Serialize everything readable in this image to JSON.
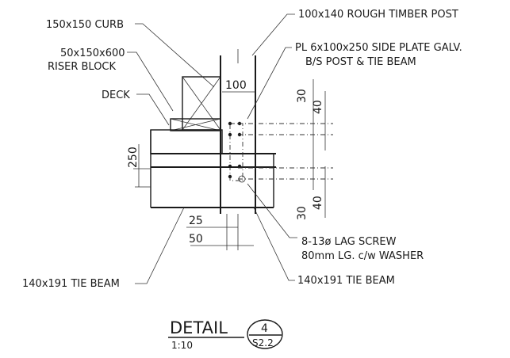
{
  "labels": {
    "curb": "150x150 CURB",
    "riser_1": "50x150x600",
    "riser_2": "RISER BLOCK",
    "deck": "DECK",
    "tie_beam_left": "140x191 TIE BEAM",
    "post": "100x140 ROUGH TIMBER POST",
    "plate_1": "PL 6x100x250 SIDE PLATE GALV.",
    "plate_2": "B/S POST & TIE BEAM",
    "lag_1": "8-13ø LAG SCREW",
    "lag_2": "80mm LG. c/w WASHER",
    "tie_beam_right": "140x191 TIE BEAM"
  },
  "dimensions": {
    "post_width": "100",
    "height": "250",
    "top_30": "30",
    "top_40": "40",
    "bot_30": "30",
    "bot_40": "40",
    "d25": "25",
    "d50": "50"
  },
  "title": {
    "detail": "DETAIL",
    "scale": "1:10",
    "number": "4",
    "sheet": "S2.2"
  }
}
